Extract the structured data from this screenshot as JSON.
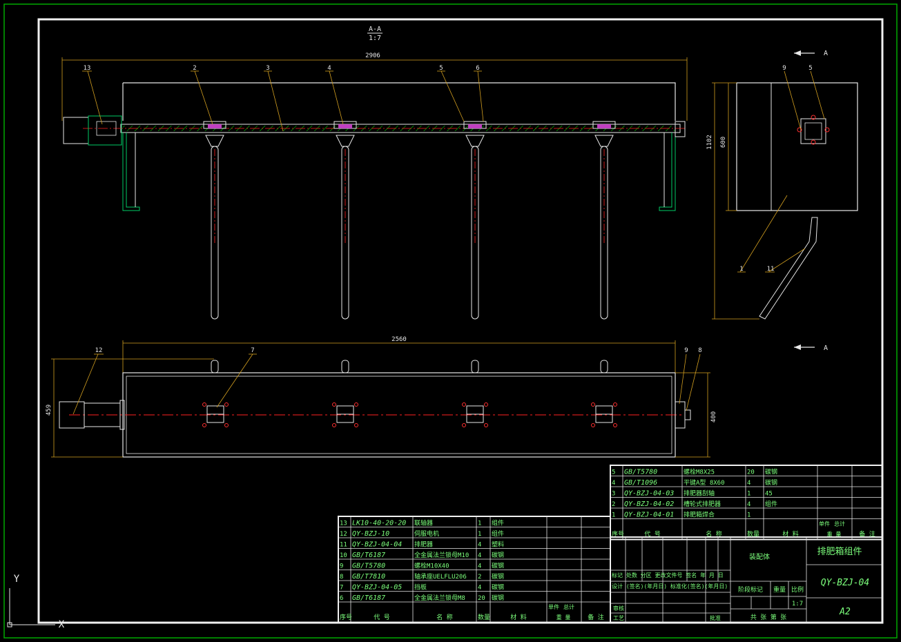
{
  "view": {
    "section_label": "A-A",
    "section_scale": "1:7",
    "arrow_label_top": "A",
    "arrow_label_bottom": "A"
  },
  "dimensions": {
    "top_length": "2906",
    "bottom_length": "2560",
    "side_height_total": "1102",
    "side_height_box": "600",
    "plan_depth_left": "459",
    "plan_depth_right": "400"
  },
  "balloons": {
    "b13": "13",
    "b2": "2",
    "b3": "3",
    "b4": "4",
    "b5": "5",
    "b6": "6",
    "side9": "9",
    "side5": "5",
    "side1": "1",
    "side11": "11",
    "plan12": "12",
    "plan7": "7",
    "plan9": "9",
    "plan8": "8"
  },
  "bom_left": {
    "rows": [
      {
        "no": "13",
        "code": "LK10-40-20-20",
        "name": "联轴器",
        "qty": "1",
        "mat": "组件"
      },
      {
        "no": "12",
        "code": "QY-BZJ-10",
        "name": "伺服电机",
        "qty": "1",
        "mat": "组件"
      },
      {
        "no": "11",
        "code": "QY-BZJ-04-04",
        "name": "排肥器",
        "qty": "4",
        "mat": "塑料"
      },
      {
        "no": "10",
        "code": "GB/T6187",
        "name": "全金属法兰锁母M10",
        "qty": "4",
        "mat": "碳钢"
      },
      {
        "no": "9",
        "code": "GB/T5780",
        "name": "螺栓M10X40",
        "qty": "4",
        "mat": "碳钢"
      },
      {
        "no": "8",
        "code": "GB/T7810",
        "name": "轴承座UELFLU206",
        "qty": "2",
        "mat": "碳钢"
      },
      {
        "no": "7",
        "code": "QY-BZJ-04-05",
        "name": "挡板",
        "qty": "4",
        "mat": "碳钢"
      },
      {
        "no": "6",
        "code": "GB/T6187",
        "name": "全金属法兰锁母M8",
        "qty": "20",
        "mat": "碳钢"
      }
    ],
    "header": {
      "no": "序号",
      "code": "代 号",
      "name": "名 称",
      "qty": "数量",
      "mat": "材 料",
      "unit": "单件",
      "total": "总计",
      "weight": "重 量",
      "note": "备 注"
    }
  },
  "bom_right": {
    "rows": [
      {
        "no": "5",
        "code": "GB/T5780",
        "name": "螺栓M8X25",
        "qty": "20",
        "mat": "碳钢"
      },
      {
        "no": "4",
        "code": "GB/T1096",
        "name": "平键A型 8X60",
        "qty": "4",
        "mat": "碳钢"
      },
      {
        "no": "3",
        "code": "QY-BZJ-04-03",
        "name": "排肥器刮轴",
        "qty": "1",
        "mat": "45"
      },
      {
        "no": "2",
        "code": "QY-BZJ-04-02",
        "name": "槽轮式排肥器",
        "qty": "4",
        "mat": "组件"
      },
      {
        "no": "1",
        "code": "QY-BZJ-04-01",
        "name": "排肥箱焊合",
        "qty": "1",
        "mat": ""
      }
    ],
    "header": {
      "no": "序号",
      "code": "代 号",
      "name": "名 称",
      "qty": "数量",
      "mat": "材 料",
      "unit": "单件",
      "total": "总计",
      "weight": "重 量",
      "note": "备 注"
    }
  },
  "title_block": {
    "assembly_label": "装配体",
    "drawing_title": "排肥箱组件",
    "drawing_code": "QY-BZJ-04",
    "sheet_size": "A2",
    "scale": "1:7",
    "stage_label": "阶段标记",
    "weight_label": "重量",
    "scale_label": "比例",
    "sheets_label": "共  张  第  张",
    "row_marks": "标记  处数   分区   更改文件号  签名  年 月 日",
    "row_design": "设计 (签名)(年月日) 标准化(签名)(年月日)",
    "row_review": "审核",
    "row_process": "工艺",
    "row_approve": "批准"
  },
  "ucs": {
    "y": "Y",
    "x": "X"
  },
  "colors": {
    "background": "#000000",
    "frame": "#00aa00",
    "linework": "#e8e8e8",
    "centerline": "#ff2020",
    "hatch": "#00cc00",
    "leader": "#d4a020",
    "table_text": "#7CFF7C",
    "tilted_line": "#ff3030"
  }
}
